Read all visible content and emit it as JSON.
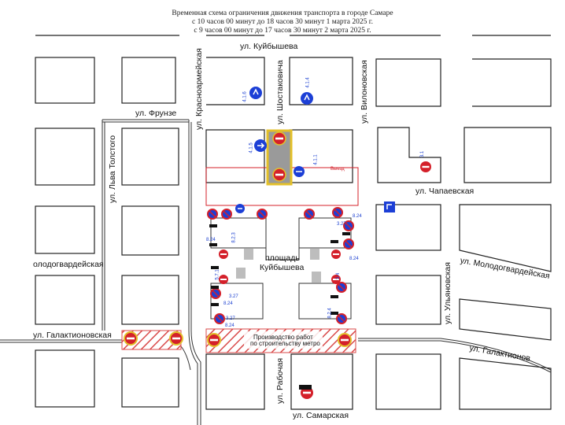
{
  "header": {
    "line1": "Временная схема ограничения движения транспорта в городе Самаре",
    "line2": "с 10 часов 00 минут до 18 часов 30 минут 1 марта 2025 г.",
    "line3": "с 9 часов 00 минут до 17 часов 30 минут 2 марта 2025 г."
  },
  "streets": {
    "kuybysheva": "ул. Куйбышева",
    "frunze": "ул. Фрунзе",
    "krasnoarmeyskaya": "ул. Красноармейская",
    "shostakovicha": "ул. Шостаковича",
    "vilonovskaya": "ул. Вилоновская",
    "lva_tolstogo": "ул. Льва Толстого",
    "chapaevskaya": "ул. Чапаевская",
    "molodogvardeyskaya_left": "олодогвардейская",
    "molodogvardeyskaya_right": "ул. Молодогвардейская",
    "ulyanovskaya": "ул. Ульяновская",
    "galaktionovskaya_left": "ул. Галактионовская",
    "galaktionovskaya_right": "ул. Галактионов",
    "rabochaya": "ул. Рабочая",
    "samarskaya_partial": "ул. Самарская"
  },
  "square": {
    "line1": "площадь",
    "line2": "Куйбышева"
  },
  "works": {
    "line1": "Производство работ",
    "line2": "по строительству метро"
  },
  "sign_codes": {
    "s1": "3.1",
    "s2": "4.1.6",
    "s3": "4.1.4",
    "s4": "4.1.5",
    "s5": "4.1.1",
    "s6": "3.27",
    "s7": "8.24",
    "s8": "8.2.3",
    "s9": "5.7.1",
    "s10": "8.2.4",
    "s11": "3.4",
    "s12": "8.24",
    "exit_label": "Выезд"
  },
  "colors": {
    "closure_red": "#d4202a",
    "blue_sign": "#1c3fd6",
    "hatch_red": "#d94a4a",
    "blocks": "#222222"
  }
}
